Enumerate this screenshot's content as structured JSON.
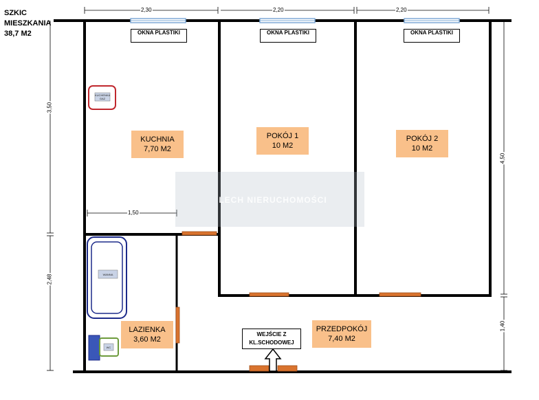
{
  "title": {
    "line1": "SZKIC",
    "line2": "MIESZKANIA",
    "line3": "38,7 M2"
  },
  "windows": [
    {
      "label": "OKNA PLASTIKI"
    },
    {
      "label": "OKNA PLASTIKI"
    },
    {
      "label": "OKNA PLASTIKI"
    }
  ],
  "rooms": {
    "kitchen": {
      "name": "KUCHNIA",
      "area": "7,70 M2"
    },
    "room1": {
      "name": "POKÓJ 1",
      "area": "10 M2"
    },
    "room2": {
      "name": "POKÓJ 2",
      "area": "10 M2"
    },
    "bathroom": {
      "name": "LAZIENKA",
      "area": "3,60 M2"
    },
    "hall": {
      "name": "PRZEDPOKÓJ",
      "area": "7,40 M2"
    }
  },
  "entrance": {
    "line1": "WEJŚCIE Z",
    "line2": "KL.SCHODOWEJ"
  },
  "dimensions": {
    "top1": "2,30",
    "top2": "2,20",
    "top3": "2,20",
    "left_upper": "3,50",
    "left_lower": "2,48",
    "kitchen_width": "1,50",
    "right_upper": "4,50",
    "right_lower": "1,40"
  },
  "fixtures": {
    "stove": "KUCHENKA GAZ",
    "bathtub": "WANNA",
    "wc": "WC"
  },
  "watermark": "LECH NIERUCHOMOŚCI",
  "colors": {
    "wall": "#000000",
    "room_label": "#f9c08a",
    "door": "#d9732e",
    "window": "#7ea9d6"
  }
}
